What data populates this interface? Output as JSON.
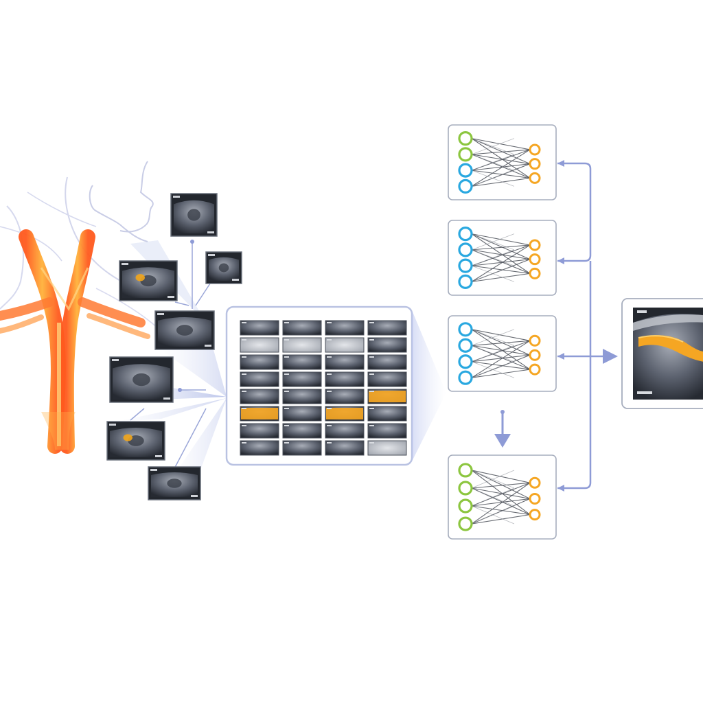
{
  "diagram": {
    "anatomy": {
      "icon": "neck-carotid-anatomy-icon",
      "vessel_color": "#ff6a2a",
      "vessel_highlight": "#ffc24a",
      "outline_color": "#c9cde6"
    },
    "ultrasound_frames": {
      "count": 7,
      "frames_with_highlight": [
        2,
        6
      ],
      "highlight_color": "#f2a51a"
    },
    "frame_grid": {
      "rows": 8,
      "cols": 4,
      "highlighted_cells": [
        [
          4,
          3
        ],
        [
          5,
          0
        ],
        [
          5,
          2
        ]
      ],
      "light_cells": [
        [
          1,
          0
        ],
        [
          1,
          1
        ],
        [
          1,
          2
        ],
        [
          7,
          3
        ]
      ],
      "highlight_color": "#f5a623"
    },
    "networks": [
      {
        "id": "net-1",
        "input_nodes": 4,
        "output_nodes": 3,
        "input_colors": [
          "#8cc63f",
          "#8cc63f",
          "#29a8e0",
          "#29a8e0"
        ],
        "output_color": "#f5a623"
      },
      {
        "id": "net-2",
        "input_nodes": 4,
        "output_nodes": 3,
        "input_colors": [
          "#29a8e0",
          "#29a8e0",
          "#29a8e0",
          "#29a8e0"
        ],
        "output_color": "#f5a623"
      },
      {
        "id": "net-3",
        "input_nodes": 4,
        "output_nodes": 3,
        "input_colors": [
          "#29a8e0",
          "#29a8e0",
          "#29a8e0",
          "#29a8e0"
        ],
        "output_color": "#f5a623"
      },
      {
        "id": "net-4",
        "input_nodes": 4,
        "output_nodes": 3,
        "input_colors": [
          "#8cc63f",
          "#8cc63f",
          "#8cc63f",
          "#8cc63f"
        ],
        "output_color": "#f5a623"
      }
    ],
    "result": {
      "icon": "segmented-ultrasound-output-icon",
      "segment_color": "#f5a623"
    },
    "connector_color": "#8e9bd6"
  }
}
